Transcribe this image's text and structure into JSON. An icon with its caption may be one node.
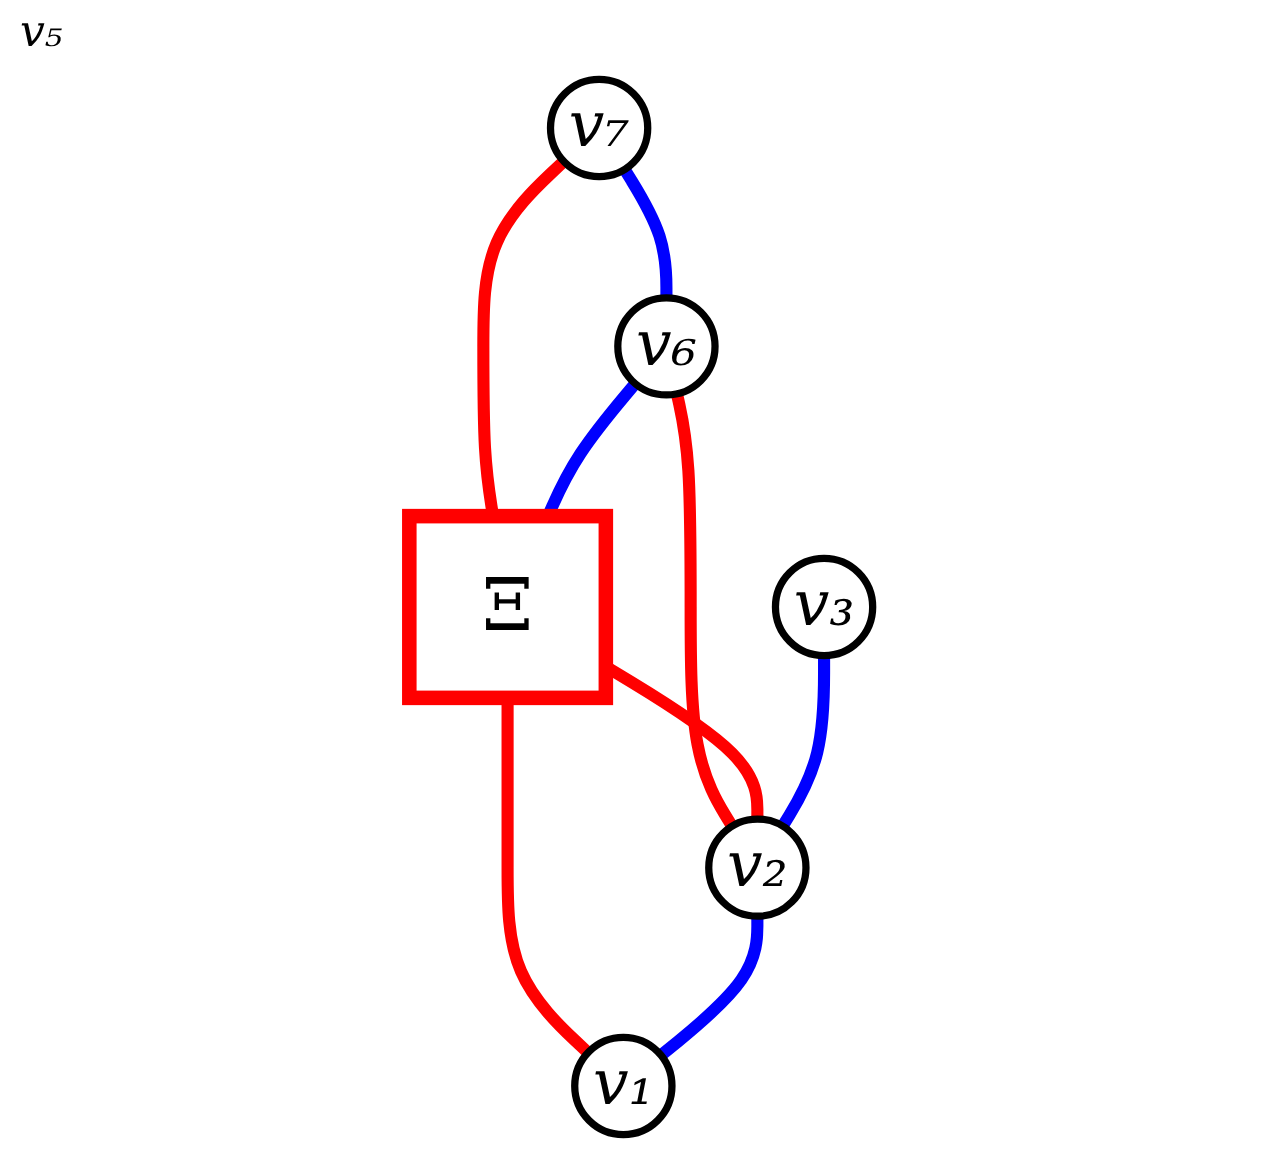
{
  "diagram": {
    "nodes": [
      {
        "text": [
          "v₇"
        ]
      },
      {
        "text": [
          "v₆"
        ]
      },
      {
        "text": [
          "Ξ"
        ]
      },
      {
        "text": [
          "v₃"
        ]
      },
      {
        "text": [
          "v₂"
        ]
      },
      {
        "text": [
          "v₁"
        ]
      }
    ],
    "edges": [
      {
        "from": 0,
        "to": 1,
        "arrow": "none",
        "color": "#0000ff"
      },
      {
        "from": 0,
        "to": 2,
        "arrow": "none",
        "color": "#ff0000"
      },
      {
        "from": 1,
        "to": 2,
        "arrow": "none",
        "color": "#0000ff"
      },
      {
        "from": 1,
        "to": 4,
        "arrow": "none",
        "color": "#ff0000"
      },
      {
        "from": 2,
        "to": 4,
        "arrow": "none",
        "color": "#ff0000"
      },
      {
        "from": 2,
        "to": 5,
        "arrow": "none",
        "color": "#ff0000"
      },
      {
        "from": 3,
        "to": 4,
        "arrow": "none",
        "color": "#0000ff"
      },
      {
        "from": 4,
        "to": 5,
        "arrow": "none",
        "color": "#0000ff"
      }
    ],
    "labels": [
      "v₅"
    ]
  }
}
